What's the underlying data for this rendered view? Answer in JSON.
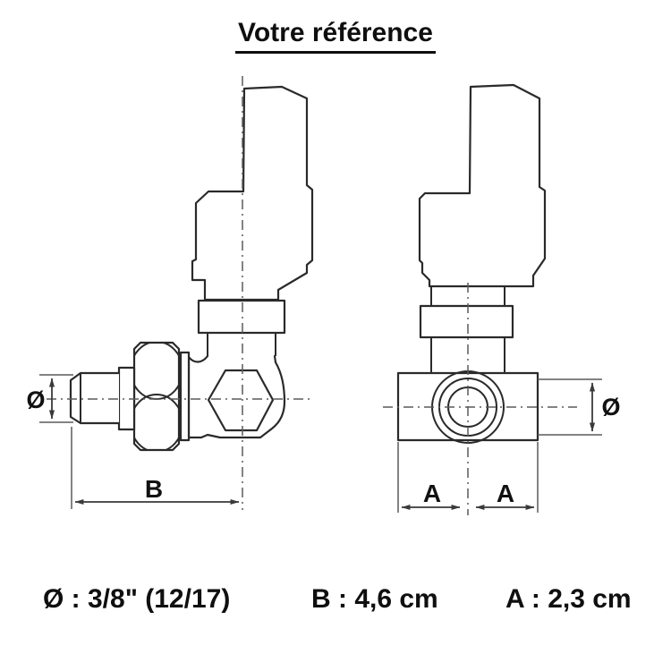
{
  "title": "Votre référence",
  "views": {
    "left": {
      "diameter_symbol": "Ø",
      "width_label": "B"
    },
    "right": {
      "diameter_symbol": "Ø",
      "half_width_label_left": "A",
      "half_width_label_right": "A"
    }
  },
  "specs": [
    "Ø : 3/8\" (12/17)",
    "B : 4,6 cm",
    "A : 2,3 cm"
  ],
  "colors": {
    "outline": "#2a2a2a",
    "dimension": "#3a3a3a",
    "centerline": "#5a5a5a",
    "text": "#0f0f0f",
    "background": "#ffffff"
  }
}
